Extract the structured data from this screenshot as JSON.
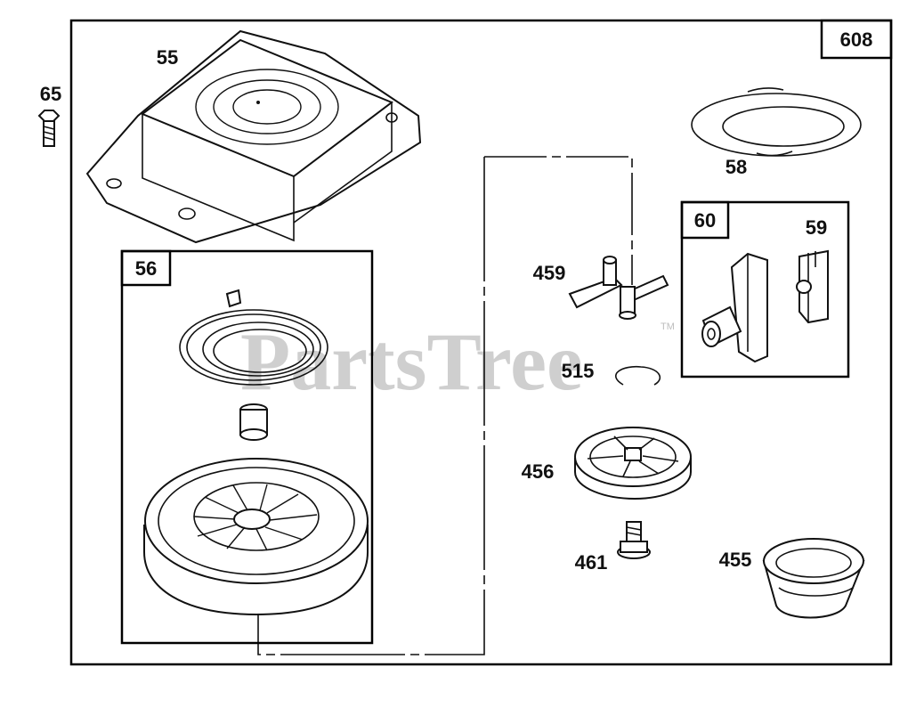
{
  "diagram": {
    "assembly_number": "608",
    "watermark": "PartsTree",
    "watermark_tm": "TM",
    "kit_boxes": [
      {
        "id": "56"
      },
      {
        "id": "60"
      }
    ],
    "part_labels": [
      "65",
      "55",
      "58",
      "59",
      "459",
      "515",
      "456",
      "461",
      "455"
    ]
  }
}
